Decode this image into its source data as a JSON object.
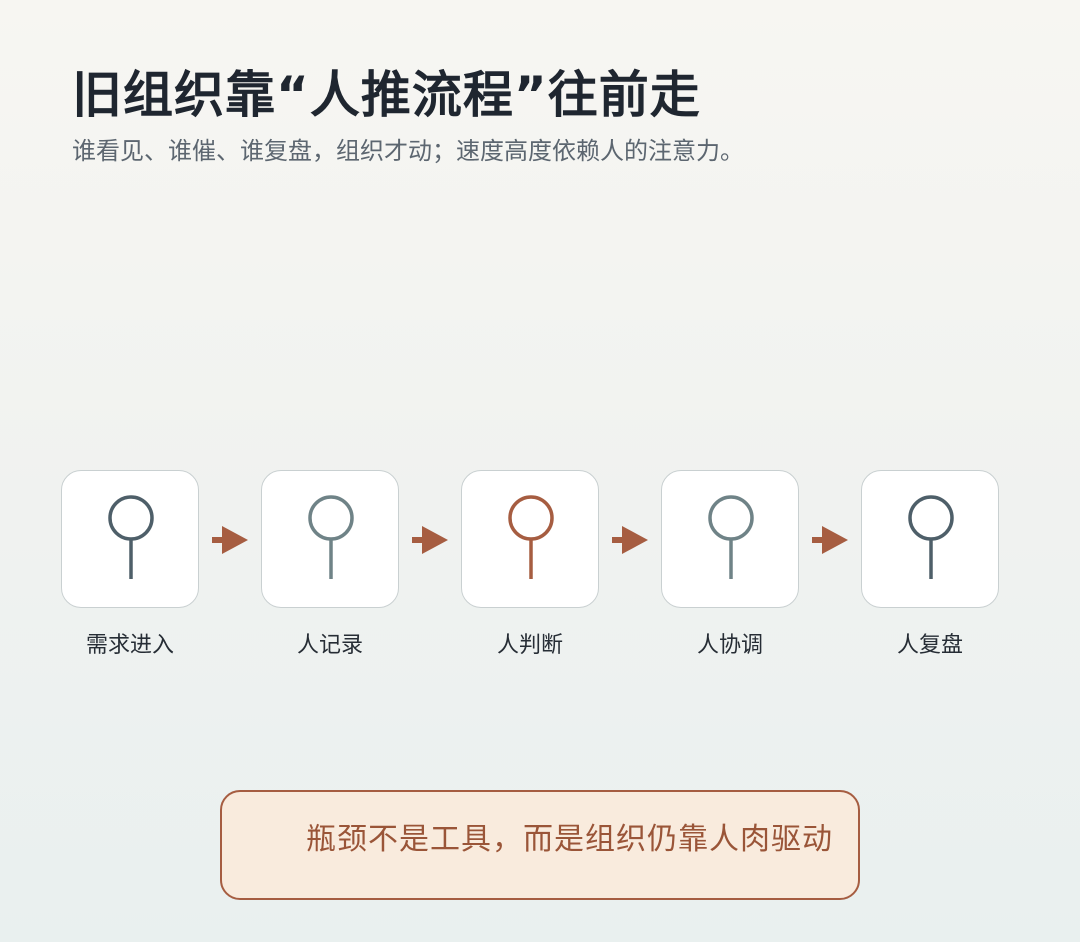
{
  "header": {
    "title": "旧组织靠“人推流程”往前走",
    "subtitle": "谁看见、谁催、谁复盘，组织才动；速度高度依赖人的注意力。"
  },
  "flow": {
    "steps": [
      {
        "label": "需求进入",
        "icon": "person-pin-icon",
        "color": "#4e5f69"
      },
      {
        "label": "人记录",
        "icon": "person-pin-icon",
        "color": "#6f8387"
      },
      {
        "label": "人判断",
        "icon": "person-pin-icon",
        "color": "#a65d41"
      },
      {
        "label": "人协调",
        "icon": "person-pin-icon",
        "color": "#6f8387"
      },
      {
        "label": "人复盘",
        "icon": "person-pin-icon",
        "color": "#4e5f69"
      }
    ],
    "arrow_icon": "arrow-right-icon",
    "arrow_color": "#a65d41"
  },
  "callout": {
    "text": "瓶颈不是工具，而是组织仍靠人肉驱动",
    "border_color": "#a65d41",
    "background_color": "#f9ebdd"
  }
}
